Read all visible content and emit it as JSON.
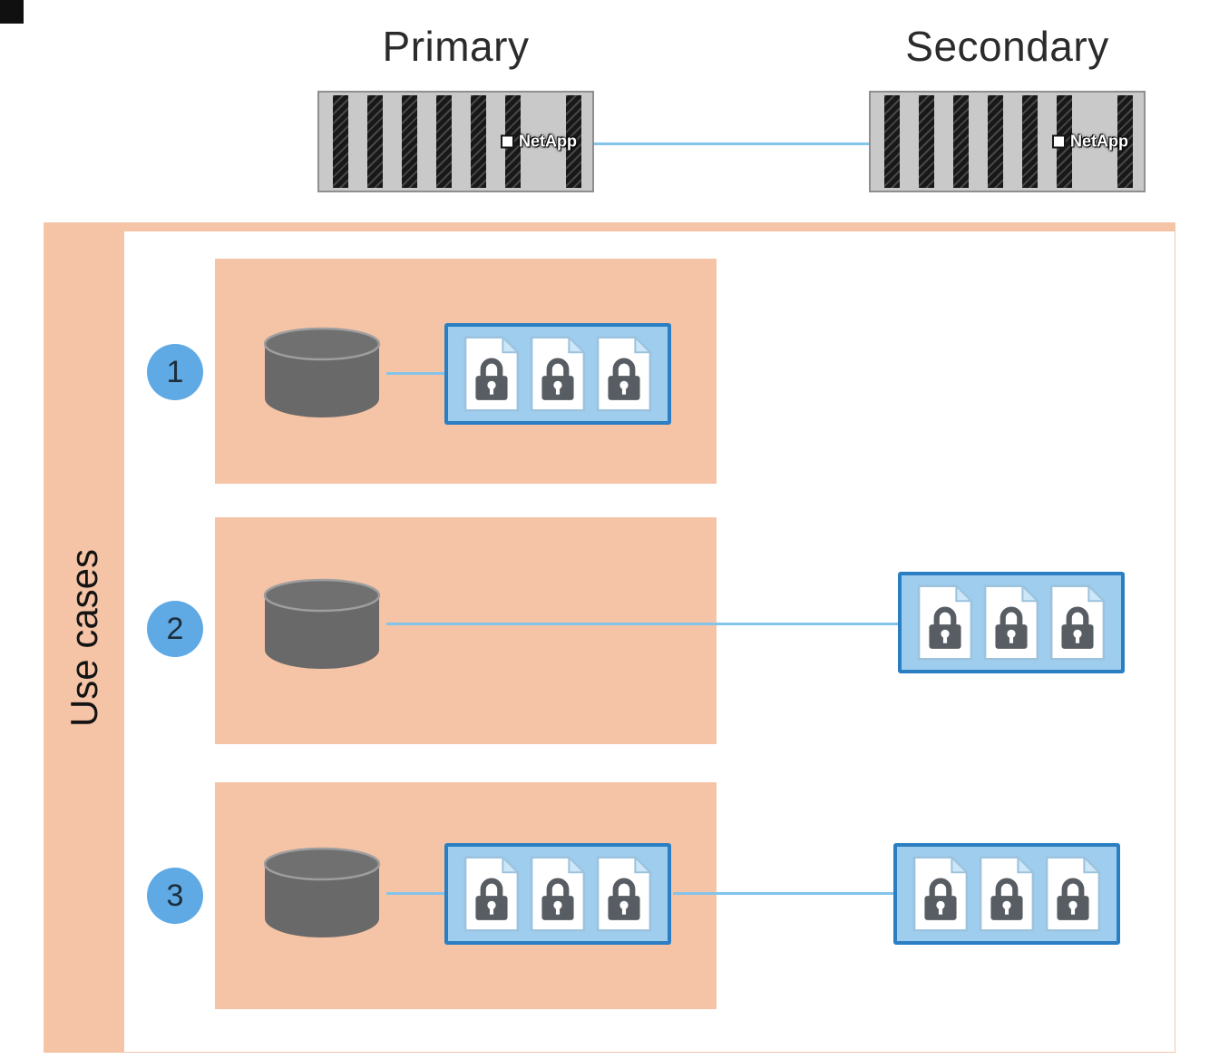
{
  "header": {
    "primary_label": "Primary",
    "secondary_label": "Secondary",
    "netapp_logo": "NetApp"
  },
  "panel": {
    "title": "Use cases",
    "rows": [
      {
        "number": "1",
        "locked_copies_primary": 3,
        "locked_copies_secondary": 0
      },
      {
        "number": "2",
        "locked_copies_primary": 0,
        "locked_copies_secondary": 3
      },
      {
        "number": "3",
        "locked_copies_primary": 3,
        "locked_copies_secondary": 3
      }
    ]
  },
  "icons": {
    "database_icon": "dark gray database cylinder",
    "locked_document_icon": "document page with padlock",
    "netapp_logo_mark_icon": "white square logo mark",
    "storage_appliance": "striped storage controller chassis"
  },
  "colors": {
    "salmon_panel": "#f5c4a6",
    "badge_blue": "#5fa9e4",
    "snapshot_box_fill": "#9fcdee",
    "snapshot_box_border": "#2b7ec2",
    "connector_blue": "#84c4ea",
    "database_gray": "#696969",
    "appliance_gray": "#c9c9c9"
  }
}
